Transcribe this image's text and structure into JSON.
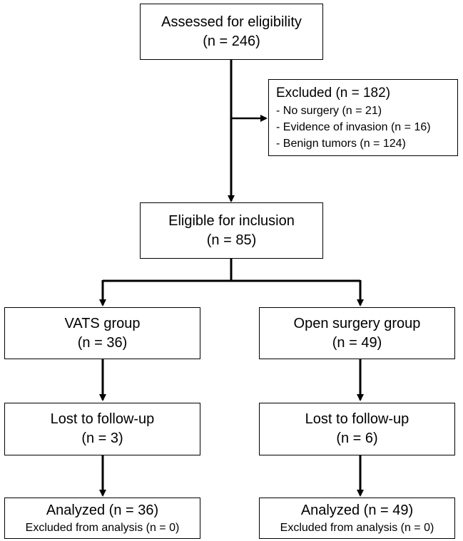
{
  "assessed": {
    "title": "Assessed for eligibility",
    "n": "(n = 246)"
  },
  "excluded": {
    "title": "Excluded (n = 182)",
    "items": [
      "- No surgery (n = 21)",
      "- Evidence of invasion (n = 16)",
      "- Benign tumors (n = 124)"
    ]
  },
  "eligible": {
    "title": "Eligible for inclusion",
    "n": "(n = 85)"
  },
  "vats": {
    "group": {
      "title": "VATS group",
      "n": "(n = 36)"
    },
    "lost": {
      "title": "Lost to follow-up",
      "n": "(n = 3)"
    },
    "analyzed": {
      "title": "Analyzed (n = 36)",
      "note": "Excluded from analysis (n = 0)"
    }
  },
  "open": {
    "group": {
      "title": "Open surgery group",
      "n": "(n = 49)"
    },
    "lost": {
      "title": "Lost to follow-up",
      "n": "(n = 6)"
    },
    "analyzed": {
      "title": "Analyzed (n = 49)",
      "note": "Excluded from analysis (n = 0)"
    }
  },
  "colors": {
    "stroke": "#000000",
    "background": "#ffffff"
  }
}
